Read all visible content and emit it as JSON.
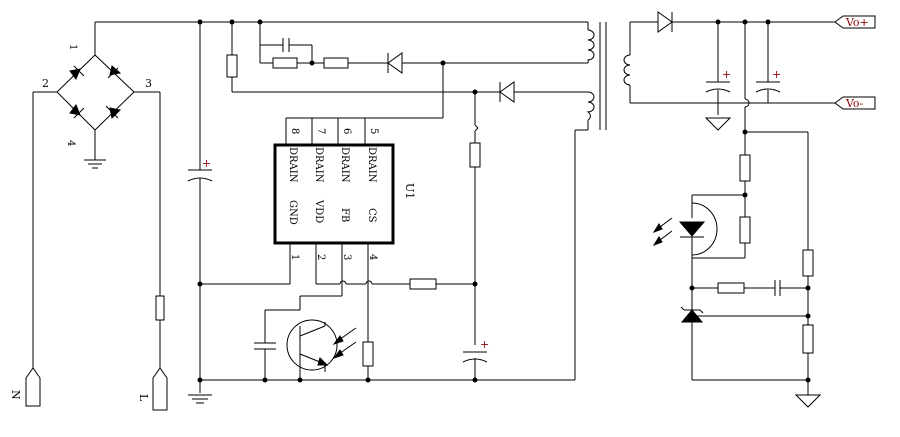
{
  "outputs": {
    "positive": "Vo+",
    "negative": "Vo-"
  },
  "bridge": {
    "pin1": "1",
    "pin2": "2",
    "pin3": "3",
    "pin4": "4"
  },
  "inputs": {
    "neutral": "N",
    "line": "L"
  },
  "ic": {
    "ref": "U1",
    "top_pins": [
      {
        "num": "8",
        "name": "DRAIN"
      },
      {
        "num": "7",
        "name": "DRAIN"
      },
      {
        "num": "6",
        "name": "DRAIN"
      },
      {
        "num": "5",
        "name": "DRAIN"
      }
    ],
    "bottom_pins": [
      {
        "num": "1",
        "name": "GND"
      },
      {
        "num": "2",
        "name": "VDD"
      },
      {
        "num": "3",
        "name": "FB"
      },
      {
        "num": "4",
        "name": "CS"
      }
    ]
  },
  "polarity": "+"
}
